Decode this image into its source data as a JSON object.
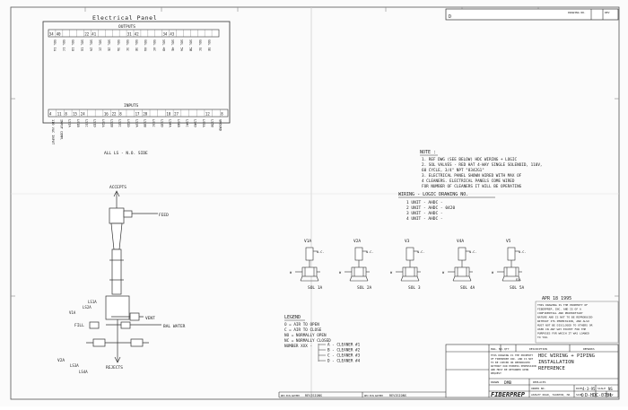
{
  "drawing": {
    "header_box": {
      "number_label": "DRAWING NO.",
      "number_value": "D",
      "rev_label": "REV"
    }
  },
  "panel": {
    "title": "Electrical Panel",
    "outputs_label": "OUTPUTS",
    "outputs_numbers": [
      "34",
      "40",
      "",
      "",
      "",
      "22",
      "41",
      "",
      "",
      "",
      "",
      "31",
      "42",
      "",
      "",
      "",
      "34",
      "43",
      "",
      "",
      "",
      "",
      "",
      ""
    ],
    "outputs_labels": [
      "SOL 1A",
      "SOL 1C",
      "SOL 1D",
      "SOL 1E",
      "SOL 2A",
      "SOL 2C",
      "SOL 2E",
      "SOL 3A",
      "SOL 3C",
      "SOL 3E",
      "SOL 4A",
      "SOL 4C",
      "SOL 4D",
      "SOL 4E",
      "SOL 5A",
      "SOL 5B",
      "SOL 5C",
      "SOL 5E"
    ],
    "inputs_label": "INPUTS",
    "inputs_numbers": [
      "4",
      "11",
      "8",
      "15",
      "24",
      "",
      "",
      "16",
      "22",
      "8",
      "",
      "17",
      "28",
      "",
      "",
      "18",
      "27",
      "",
      "",
      "",
      "12",
      "",
      "8"
    ],
    "inputs_labels": [
      "110 VAC INPUT",
      "INPUT COMM.",
      "LS1A",
      "LS1B",
      "LS1C",
      "LS1D",
      "LS2A",
      "LS2B",
      "LS2C",
      "LS2D",
      "LS3A",
      "LS3B",
      "LS3C",
      "LS3D",
      "LS4A",
      "LS4B",
      "LS4C",
      "LS4D",
      "LS5A",
      "LS5B",
      "GROUND"
    ],
    "note": "ALL LS - N.O. SIDE"
  },
  "notes": {
    "title": "NOTE :",
    "items": [
      "1. REF DWG (SEE BELOW) HDC WIRING + LOGIC",
      "2. SOL VALVES - RED HAT 4-WAY SINGLE SOLENOID, 110V,",
      "   60 CYCLE, 3/4\" NPT \"8342G1\"",
      "3. ELECTRICAL PANEL SHOWN WIRED WITH MAX OF",
      "   4 CLEANERS. ELECTRICAL PANELS COME WIRED",
      "   FOR NUMBER OF CLEANERS IT WILL BE OPERATING"
    ]
  },
  "wiring_logic": {
    "title": "WIRING - LOGIC DRAWING NO.",
    "items": [
      "1 UNIT - AHDC -",
      "2 UNIT - AHDC - 0420",
      "3 UNIT - AHDC -",
      "4 UNIT - AHDC -"
    ]
  },
  "valves": [
    {
      "label": "V1A",
      "sol": "SOL 1A"
    },
    {
      "label": "V2A",
      "sol": "SOL 2A"
    },
    {
      "label": "V3",
      "sol": "SOL 3"
    },
    {
      "label": "V4A",
      "sol": "SOL 4A"
    },
    {
      "label": "V5",
      "sol": "SOL 5A"
    }
  ],
  "valve_marks": {
    "nc": "N.C.",
    "w": "W",
    "ex": "EX."
  },
  "cleaner": {
    "accepts": "ACCEPTS",
    "feed": "FEED",
    "ls1a": "LS1A",
    "ls2a": "LS2A",
    "v1a": "V1A",
    "fill": "FILL",
    "vent": "VENT",
    "bal_water": "BAL WATER",
    "v2a": "V2A",
    "ls3a": "LS3A",
    "ls4a": "LS4A",
    "rejects": "REJECTS"
  },
  "legend": {
    "title": "LEGEND",
    "items": [
      "O = AIR TO OPEN",
      "C = AIR TO CLOSE",
      "NO = NORMALLY OPEN",
      "NC = NORMALLY CLOSED",
      "NUMBER XXX -"
    ],
    "cleaners": [
      "A - CLEANER #1",
      "B - CLEANER #2",
      "C - CLEANER #3",
      "D - CLEANER #4"
    ]
  },
  "stamp": {
    "date": "APR 18 1995",
    "text": "THIS DRAWING IS THE PROPERTY OF FIBERPREP, INC. AND IS OF A CONFIDENTIAL AND PROPRIETARY NATURE AND IS NOT TO BE REPRODUCED WITHOUT ITS PERMISSION, AND ALSO MUST NOT BE DISCLOSED TO OTHERS OR USED IN ANY WAY EXCEPT FOR THE PURPOSES FOR WHICH IT WAS LOANED TO YOU."
  },
  "title_block": {
    "proprietary": "THIS DRAWING IS THE PROPERTY OF FIBERPREP INC. AND IS NOT TO BE COPIED OR REPRODUCED WITHOUT OUR EXPRESS PERMISSION AND MUST BE RETURNED UPON REQUEST",
    "title_lines": [
      "HDC WIRING + PIPING",
      "INSTALLATION",
      "REFERENCE"
    ],
    "company": "FIBERPREP",
    "address": "ASHLEY ROAD, TAUNTON, MA",
    "drawing_no": "D-HDC-0781",
    "dwg_no_label": "DWG. NO.",
    "qty_label": "QTY",
    "description_label": "DESCRIPTION",
    "remarks_label": "REMARKS",
    "replaces_label": "REPLACES",
    "order_no_label": "ORDER NO.",
    "date_label": "DATE",
    "date_value": "4-3-95",
    "scale_label": "SCALE",
    "scale_value": "NS",
    "size_label": "SIZE",
    "size_value": "D",
    "rev_label": "REV",
    "drawn_label": "DRAWN",
    "drawn_value": "DMB",
    "dwg_label": "DWG",
    "revisions_label": "REVISIONS",
    "rev_headers": [
      "REV",
      "ECN",
      "DATE",
      "BY"
    ]
  }
}
